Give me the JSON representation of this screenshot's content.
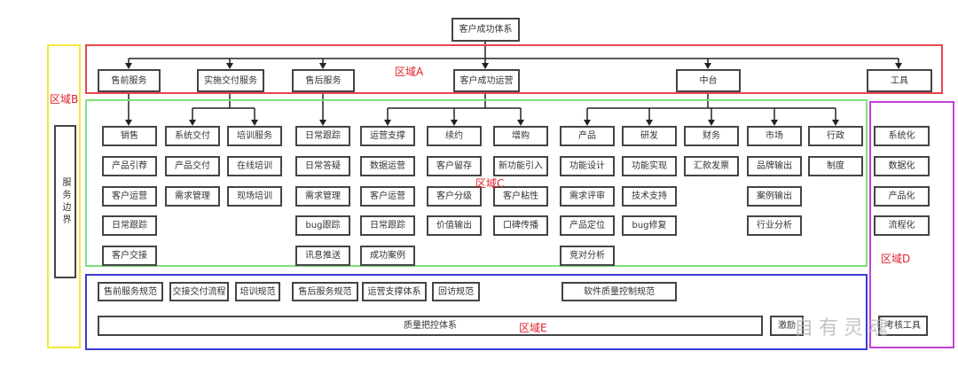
{
  "title": "客户成功体系",
  "regions": {
    "a": "区域A",
    "b": "区域B",
    "c": "区域C",
    "d": "区域D",
    "e": "区域E",
    "colors": {
      "a": "#e8454f",
      "b": "#f2e93a",
      "c": "#7fe07a",
      "d": "#c040d8",
      "e": "#3a3ad8"
    }
  },
  "level1": [
    "售前服务",
    "实施交付服务",
    "售后服务",
    "客户成功运营",
    "中台",
    "工具"
  ],
  "boundary": "服务边界",
  "columns": [
    [
      "销售",
      "产品引荐",
      "客户运营",
      "日常跟踪",
      "客户交接"
    ],
    [
      "系统交付",
      "产品交付",
      "需求管理"
    ],
    [
      "培训服务",
      "在线培训",
      "现场培训"
    ],
    [
      "日常跟踪",
      "日常答疑",
      "需求管理",
      "bug跟踪",
      "讯息推送"
    ],
    [
      "运营支撑",
      "数据运营",
      "客户运营",
      "日常跟踪",
      "成功案例"
    ],
    [
      "续约",
      "客户留存",
      "客户分级",
      "价值输出"
    ],
    [
      "增购",
      "新功能引入",
      "客户粘性",
      "口碑传播"
    ],
    [
      "产品",
      "功能设计",
      "需求评审",
      "产品定位",
      "竞对分析"
    ],
    [
      "研发",
      "功能实现",
      "技术支持",
      "bug修复"
    ],
    [
      "财务",
      "汇款发票"
    ],
    [
      "市场",
      "品牌输出",
      "案例输出",
      "行业分析"
    ],
    [
      "行政",
      "制度"
    ]
  ],
  "tools": [
    "系统化",
    "数据化",
    "产品化",
    "流程化"
  ],
  "standards": [
    "售前服务规范",
    "交接交付流程",
    "培训规范",
    "售后服务规范",
    "运营支撑体系",
    "回访规范",
    "软件质量控制规范"
  ],
  "bottom_row": [
    "质量把控体系",
    "激励",
    "考核工具"
  ],
  "watermark": "自有灵魂"
}
